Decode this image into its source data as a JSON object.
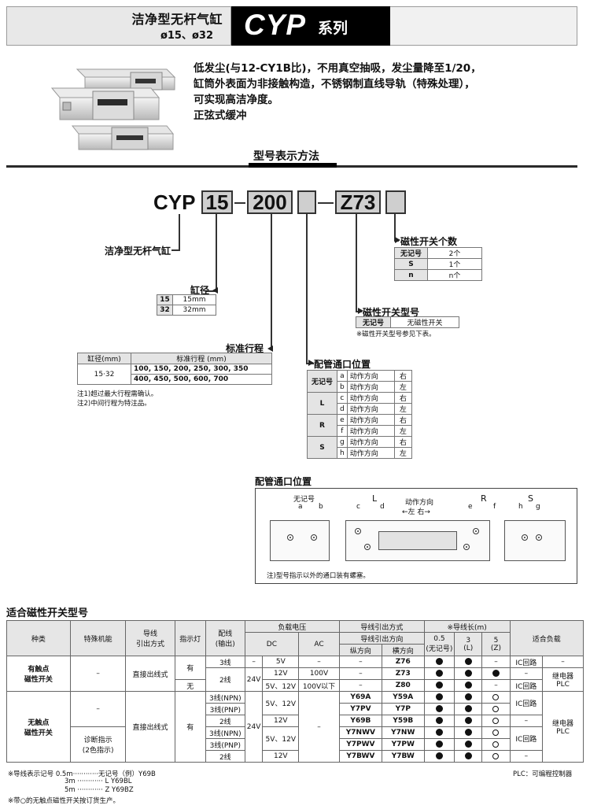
{
  "header": {
    "title": "洁净型无杆气缸",
    "bores": "ø15、ø32",
    "model": "CYP",
    "series": "系列"
  },
  "intro": {
    "lines": [
      "低发尘(与12-CY1B比)，不用真空抽吸，发尘量降至1/20，",
      "缸筒外表面为非接触构造，不锈钢制直线导轨（特殊处理），",
      "可实现高洁净度。",
      "正弦式缓冲"
    ]
  },
  "section_title": "型号表示方法",
  "model_code": {
    "prefix": "CYP",
    "bore": "15",
    "dash1": "-",
    "stroke": "200",
    "dash2": "-",
    "switch": "Z73",
    "label_cylinder": "洁净型无杆气缸"
  },
  "bore_table": {
    "label": "缸径",
    "rows": [
      [
        "15",
        "15mm"
      ],
      [
        "32",
        "32mm"
      ]
    ]
  },
  "stroke_table": {
    "label": "标准行程",
    "head": [
      "缸径(mm)",
      "标准行程 (mm)"
    ],
    "bore": "15·32",
    "line1": "100, 150, 200, 250, 300, 350",
    "line2": "400, 450, 500, 600, 700",
    "notes": [
      "注1)超过最大行程需确认。",
      "注2)中间行程为特注品。"
    ]
  },
  "switch_count": {
    "label": "磁性开关个数",
    "rows": [
      [
        "无记号",
        "2个"
      ],
      [
        "S",
        "1个"
      ],
      [
        "n",
        "n个"
      ]
    ]
  },
  "switch_model": {
    "label": "磁性开关型号",
    "row": [
      "无记号",
      "无磁性开关"
    ],
    "note": "※磁性开关型号参见下表。"
  },
  "port_pos": {
    "label": "配管通口位置",
    "groups": [
      {
        "code": "无记号",
        "rows": [
          [
            "a",
            "动作方向",
            "右"
          ],
          [
            "b",
            "动作方向",
            "左"
          ]
        ]
      },
      {
        "code": "L",
        "rows": [
          [
            "c",
            "动作方向",
            "右"
          ],
          [
            "d",
            "动作方向",
            "左"
          ]
        ]
      },
      {
        "code": "R",
        "rows": [
          [
            "e",
            "动作方向",
            "右"
          ],
          [
            "f",
            "动作方向",
            "左"
          ]
        ]
      },
      {
        "code": "S",
        "rows": [
          [
            "g",
            "动作方向",
            "右"
          ],
          [
            "h",
            "动作方向",
            "左"
          ]
        ]
      }
    ]
  },
  "diagram": {
    "title": "配管通口位置",
    "none_label": "无记号",
    "a": "a",
    "b": "b",
    "c": "c",
    "d": "d",
    "e": "e",
    "f": "f",
    "g": "g",
    "h": "h",
    "L": "L",
    "R": "R",
    "S": "S",
    "direction": "动作方向",
    "dir_lr": "←左  右→",
    "note": "注)型号指示以外的通口装有螺塞。"
  },
  "switch_table": {
    "title": "适合磁性开关型号",
    "head": {
      "kind": "种类",
      "special": "特殊机能",
      "lead": "导线\n引出方式",
      "indicator": "指示灯",
      "wiring": "配线\n(输出)",
      "voltage": "负载电压",
      "dc": "DC",
      "ac": "AC",
      "lead_model": "导线引出方式",
      "lead_dir": "导线引出方向",
      "vertical": "纵方向",
      "horizontal": "横方向",
      "length": "※导线长(m)",
      "len05": "0.5",
      "len05s": "(无记号)",
      "len3": "3",
      "len3s": "(L)",
      "len5": "5",
      "len5s": "(Z)",
      "load": "适合负载"
    },
    "reed": {
      "kind": "有触点\n磁性开关",
      "special": "–",
      "lead": "直接出线式",
      "ind_yes": "有",
      "ind_no": "无",
      "v24": "24V",
      "rows": [
        {
          "wire": "3线",
          "dc": "5V",
          "ac": "–",
          "v": "–",
          "h": "Z76",
          "l05": "●",
          "l3": "●",
          "l5": "–",
          "load": "IC回路",
          "load2": "–"
        },
        {
          "wire": "",
          "dc": "12V",
          "ac": "100V",
          "v": "–",
          "h": "Z73",
          "l05": "●",
          "l3": "●",
          "l5": "●",
          "load": "–",
          "load2": "继电器\nPLC"
        },
        {
          "wire": "2线",
          "dc": "5V、12V",
          "ac": "100V以下",
          "v": "–",
          "h": "Z80",
          "l05": "●",
          "l3": "●",
          "l5": "–",
          "load": "IC回路",
          "load2": ""
        }
      ]
    },
    "solid": {
      "kind": "无触点\n磁性开关",
      "special1": "–",
      "special2": "诊断指示\n(2色指示)",
      "lead": "直接出线式",
      "ind": "有",
      "v24": "24V",
      "ac": "–",
      "load_relay": "继电器\nPLC",
      "load_ic": "IC回路",
      "rows": [
        {
          "wire": "3线(NPN)",
          "dc": "5V、12V",
          "v": "Y69A",
          "h": "Y59A",
          "l05": "●",
          "l3": "●",
          "l5": "○",
          "load": "IC回路"
        },
        {
          "wire": "3线(PNP)",
          "dc": "",
          "v": "Y7PV",
          "h": "Y7P",
          "l05": "●",
          "l3": "●",
          "l5": "○",
          "load": ""
        },
        {
          "wire": "2线",
          "dc": "12V",
          "v": "Y69B",
          "h": "Y59B",
          "l05": "●",
          "l3": "●",
          "l5": "○",
          "load": "–"
        },
        {
          "wire": "3线(NPN)",
          "dc": "5V、12V",
          "v": "Y7NWV",
          "h": "Y7NW",
          "l05": "●",
          "l3": "●",
          "l5": "○",
          "load": ""
        },
        {
          "wire": "3线(PNP)",
          "dc": "",
          "v": "Y7PWV",
          "h": "Y7PW",
          "l05": "●",
          "l3": "●",
          "l5": "○",
          "load": ""
        },
        {
          "wire": "2线",
          "dc": "12V",
          "v": "Y7BWV",
          "h": "Y7BW",
          "l05": "●",
          "l3": "●",
          "l5": "○",
          "load": "–"
        }
      ]
    },
    "foot": {
      "f1a": "※导线表示记号 0.5m············无记号（例）Y69B",
      "f1b": "3m  ············  L          Y69BL",
      "f1c": "5m  ············  Z          Y69BZ",
      "f2": "※带○的无触点磁性开关按订货生产。",
      "plc": "PLC：可编程控制器"
    }
  }
}
